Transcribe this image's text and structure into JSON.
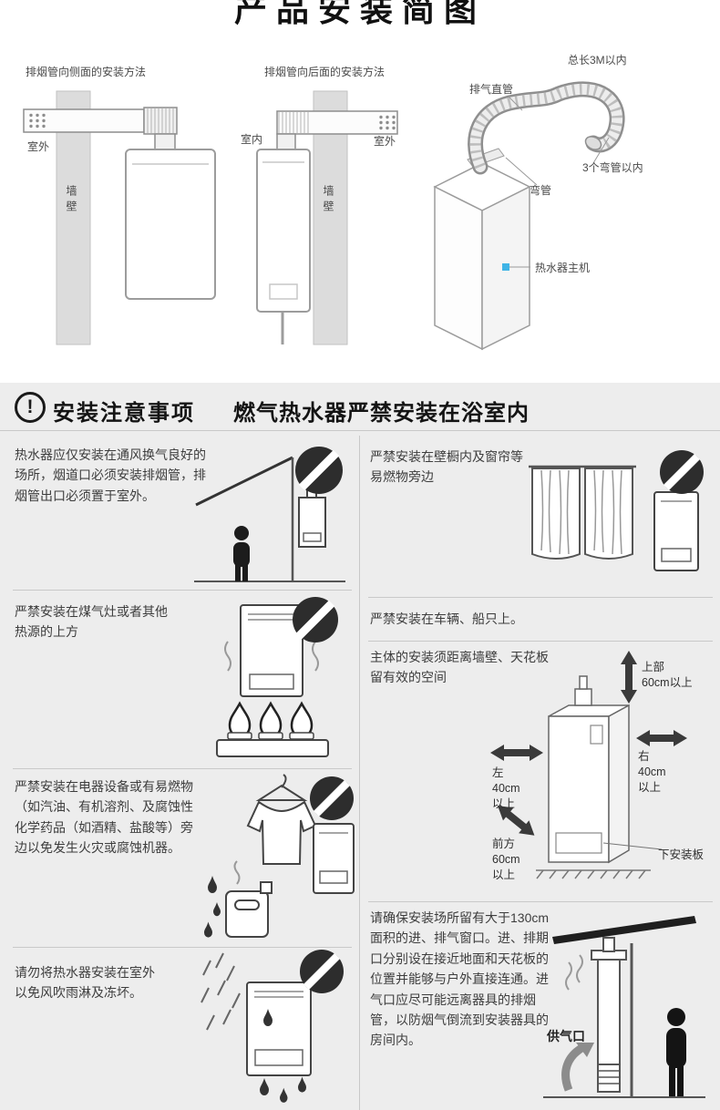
{
  "title": "产品安装简图",
  "top": {
    "d1": {
      "title": "排烟管向侧面的安装方法",
      "outdoor": "室外",
      "wall": "墙壁"
    },
    "d2": {
      "title": "排烟管向后面的安装方法",
      "indoor": "室内",
      "outdoor": "室外",
      "wall": "墙壁"
    },
    "d3": {
      "total_length": "总长3M以内",
      "straight_pipe": "排气直管",
      "max_bends": "3个弯管以内",
      "bend_pipe": "弯管",
      "main_unit": "热水器主机"
    }
  },
  "notice": {
    "icon": "!",
    "title": "安装注意事项",
    "subtitle": "燃气热水器严禁安装在浴室内",
    "left": [
      {
        "text": "热水器应仅安装在通风换气良好的场所，烟道口必须安装排烟管，排烟管出口必须置于室外。"
      },
      {
        "text": "严禁安装在煤气灶或者其他热源的上方"
      },
      {
        "text": "严禁安装在电器设备或有易燃物（如汽油、有机溶剂、及腐蚀性化学药品（如酒精、盐酸等）旁边以免发生火灾或腐蚀机器。"
      },
      {
        "text": "请勿将热水器安装在室外以免风吹雨淋及冻坏。"
      }
    ],
    "right": [
      {
        "text": "严禁安装在壁橱内及窗帘等易燃物旁边"
      },
      {
        "text": "严禁安装在车辆、船只上。"
      },
      {
        "text": "主体的安装须距离墙壁、天花板留有效的空间",
        "labels": {
          "top": "上部\n60cm以上",
          "left": "左\n40cm\n以上",
          "right": "右\n40cm\n以上",
          "front": "前方\n60cm\n以上",
          "bottom": "下安装板"
        }
      },
      {
        "text": "请确保安装场所留有大于130cm面积的进、排气窗口。进、排期口分别设在接近地面和天花板的位置并能够与户外直接连通。进气口应尽可能远离器具的排烟管，以防烟气倒流到安装器具的房间内。",
        "labels": {
          "supply": "供气口"
        }
      }
    ]
  }
}
